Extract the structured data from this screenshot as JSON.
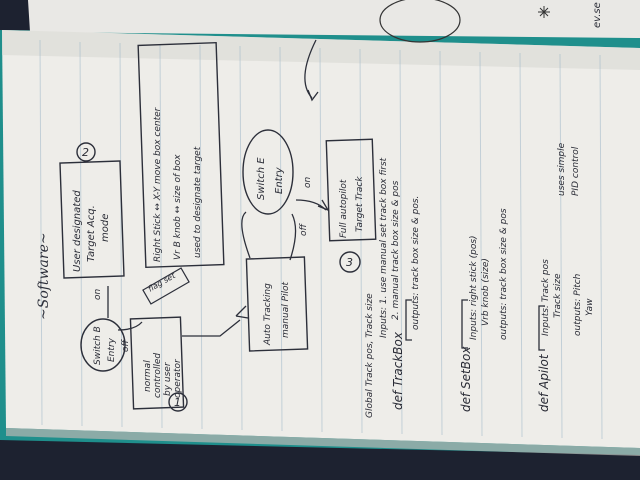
{
  "notebook": {
    "heading": "~Software~",
    "top_page_fragments": {
      "ev_se": "ev.se"
    },
    "diagram": {
      "switch_b": {
        "title": "Switch B",
        "subtitle": "Entry"
      },
      "on_label_b": "on",
      "off_label_b": "off",
      "user_target_box": [
        "User designated",
        "Target Acq.",
        "mode"
      ],
      "circle_2": "2",
      "right_stick_note": [
        "Right Stick ↔ X-Y move box center",
        "Vr B knob ↔ size of box",
        "used to designate target"
      ],
      "normal_box": [
        "normal",
        "controlled",
        "by user",
        "operator"
      ],
      "circle_1": "1",
      "flag_label": "flag set",
      "auto_tracking_box": [
        "Auto Tracking",
        "manual Pilot"
      ],
      "switch_e": {
        "title": "Switch E",
        "subtitle": "Entry"
      },
      "on_label_e": "on",
      "off_label_e": "off",
      "full_autopilot_box": [
        "Full autopilot",
        "Target Track"
      ],
      "circle_3": "3"
    },
    "definitions": [
      {
        "prefix": "Global Track pos, Track size",
        "name": "def TrackBox",
        "lines": [
          "Inputs: 1. use manual set track box first",
          "2. manual track box size & pos",
          "outputs: track box size & pos."
        ]
      },
      {
        "name": "def SetBox",
        "lines": [
          "Inputs: right stick (pos)",
          "Vrb knob (size)",
          "outputs: track box size & pos"
        ]
      },
      {
        "name": "def Apilot",
        "lines": [
          "Inputs: Track pos",
          "Track size",
          "outputs: Pitch",
          "Yaw"
        ],
        "side_note": [
          "uses simple",
          "PID control"
        ]
      }
    ]
  }
}
